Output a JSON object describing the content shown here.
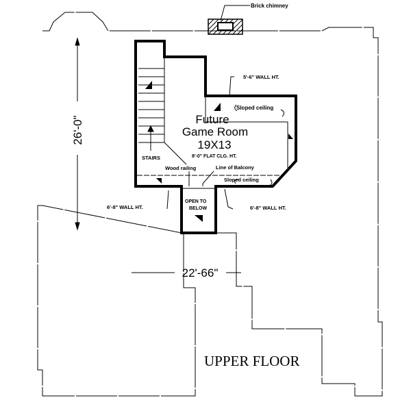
{
  "title": "UPPER FLOOR",
  "room": {
    "name_line1": "Future",
    "name_line2": "Game Room",
    "size": "19X13",
    "ceiling": "8'-0\" FLAT CLG. HT."
  },
  "labels": {
    "chimney": "Brick chimney",
    "wall_ht_top": "5'-6\" WALL HT.",
    "wall_ht_left": "6'-8\" WALL HT.",
    "wall_ht_right": "6'-8\" WALL HT.",
    "sloped_top": "Sloped ceiling",
    "sloped_bottom": "Sloped ceiling",
    "stairs": "STAIRS",
    "wood_railing": "Wood railing",
    "balcony": "Line of Balcony",
    "open_line1": "OPEN TO",
    "open_line2": "BELOW"
  },
  "dimensions": {
    "vertical": "26'-0\"",
    "horizontal": "22'-66\""
  }
}
